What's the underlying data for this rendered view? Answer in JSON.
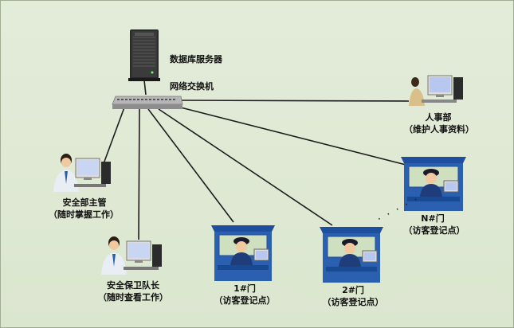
{
  "db_server": {
    "label": "数据库服务器"
  },
  "switch": {
    "label": "网络交换机"
  },
  "hr": {
    "line1": "人事部",
    "line2": "（维护人事资料）"
  },
  "security_head": {
    "line1": "安全部主管",
    "line2": "（随时掌握工作）"
  },
  "guard_captain": {
    "line1": "安全保卫队长",
    "line2": "（随时查看工作）"
  },
  "gate1": {
    "line1": "1#门",
    "line2": "（访客登记点）"
  },
  "gate2": {
    "line1": "2#门",
    "line2": "（访客登记点）"
  },
  "gateN": {
    "line1": "N#门",
    "line2": "（访客登记点）"
  },
  "ellipsis": "· · · · ·",
  "colors": {
    "background": "#dfe9d5",
    "line": "#1d1d1d",
    "booth_blue": "#2b5fb0",
    "roof_blue": "#1e4f9e"
  }
}
